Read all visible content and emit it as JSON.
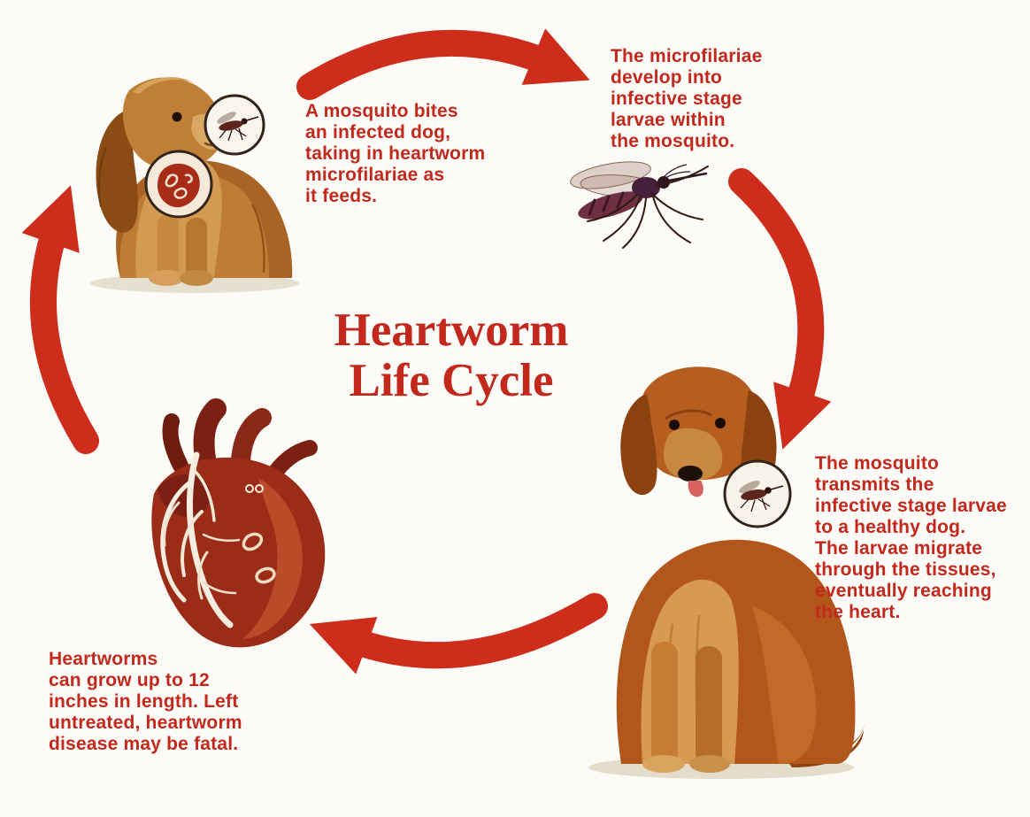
{
  "colors": {
    "accent": "#c3281c",
    "arrow": "#cf2d1b",
    "background": "#fcfbf7"
  },
  "title": {
    "line1": "Heartworm",
    "line2": "Life Cycle"
  },
  "captions": {
    "infected_dog": [
      "A mosquito bites",
      "an infected dog,",
      "taking in heartworm",
      "microfilariae as",
      "it feeds."
    ],
    "mosquito": [
      "The microfilariae",
      "develop into",
      "infective stage",
      "larvae within",
      "the mosquito."
    ],
    "healthy_dog": [
      "The mosquito",
      "transmits the",
      "infective stage larvae",
      "to a healthy dog.",
      "The larvae migrate",
      "through the tissues,",
      "eventually reaching",
      "the heart."
    ],
    "heart": [
      "Heartworms",
      "can grow up to 12",
      "inches in length. Left",
      "untreated, heartworm",
      "disease may be fatal."
    ]
  }
}
